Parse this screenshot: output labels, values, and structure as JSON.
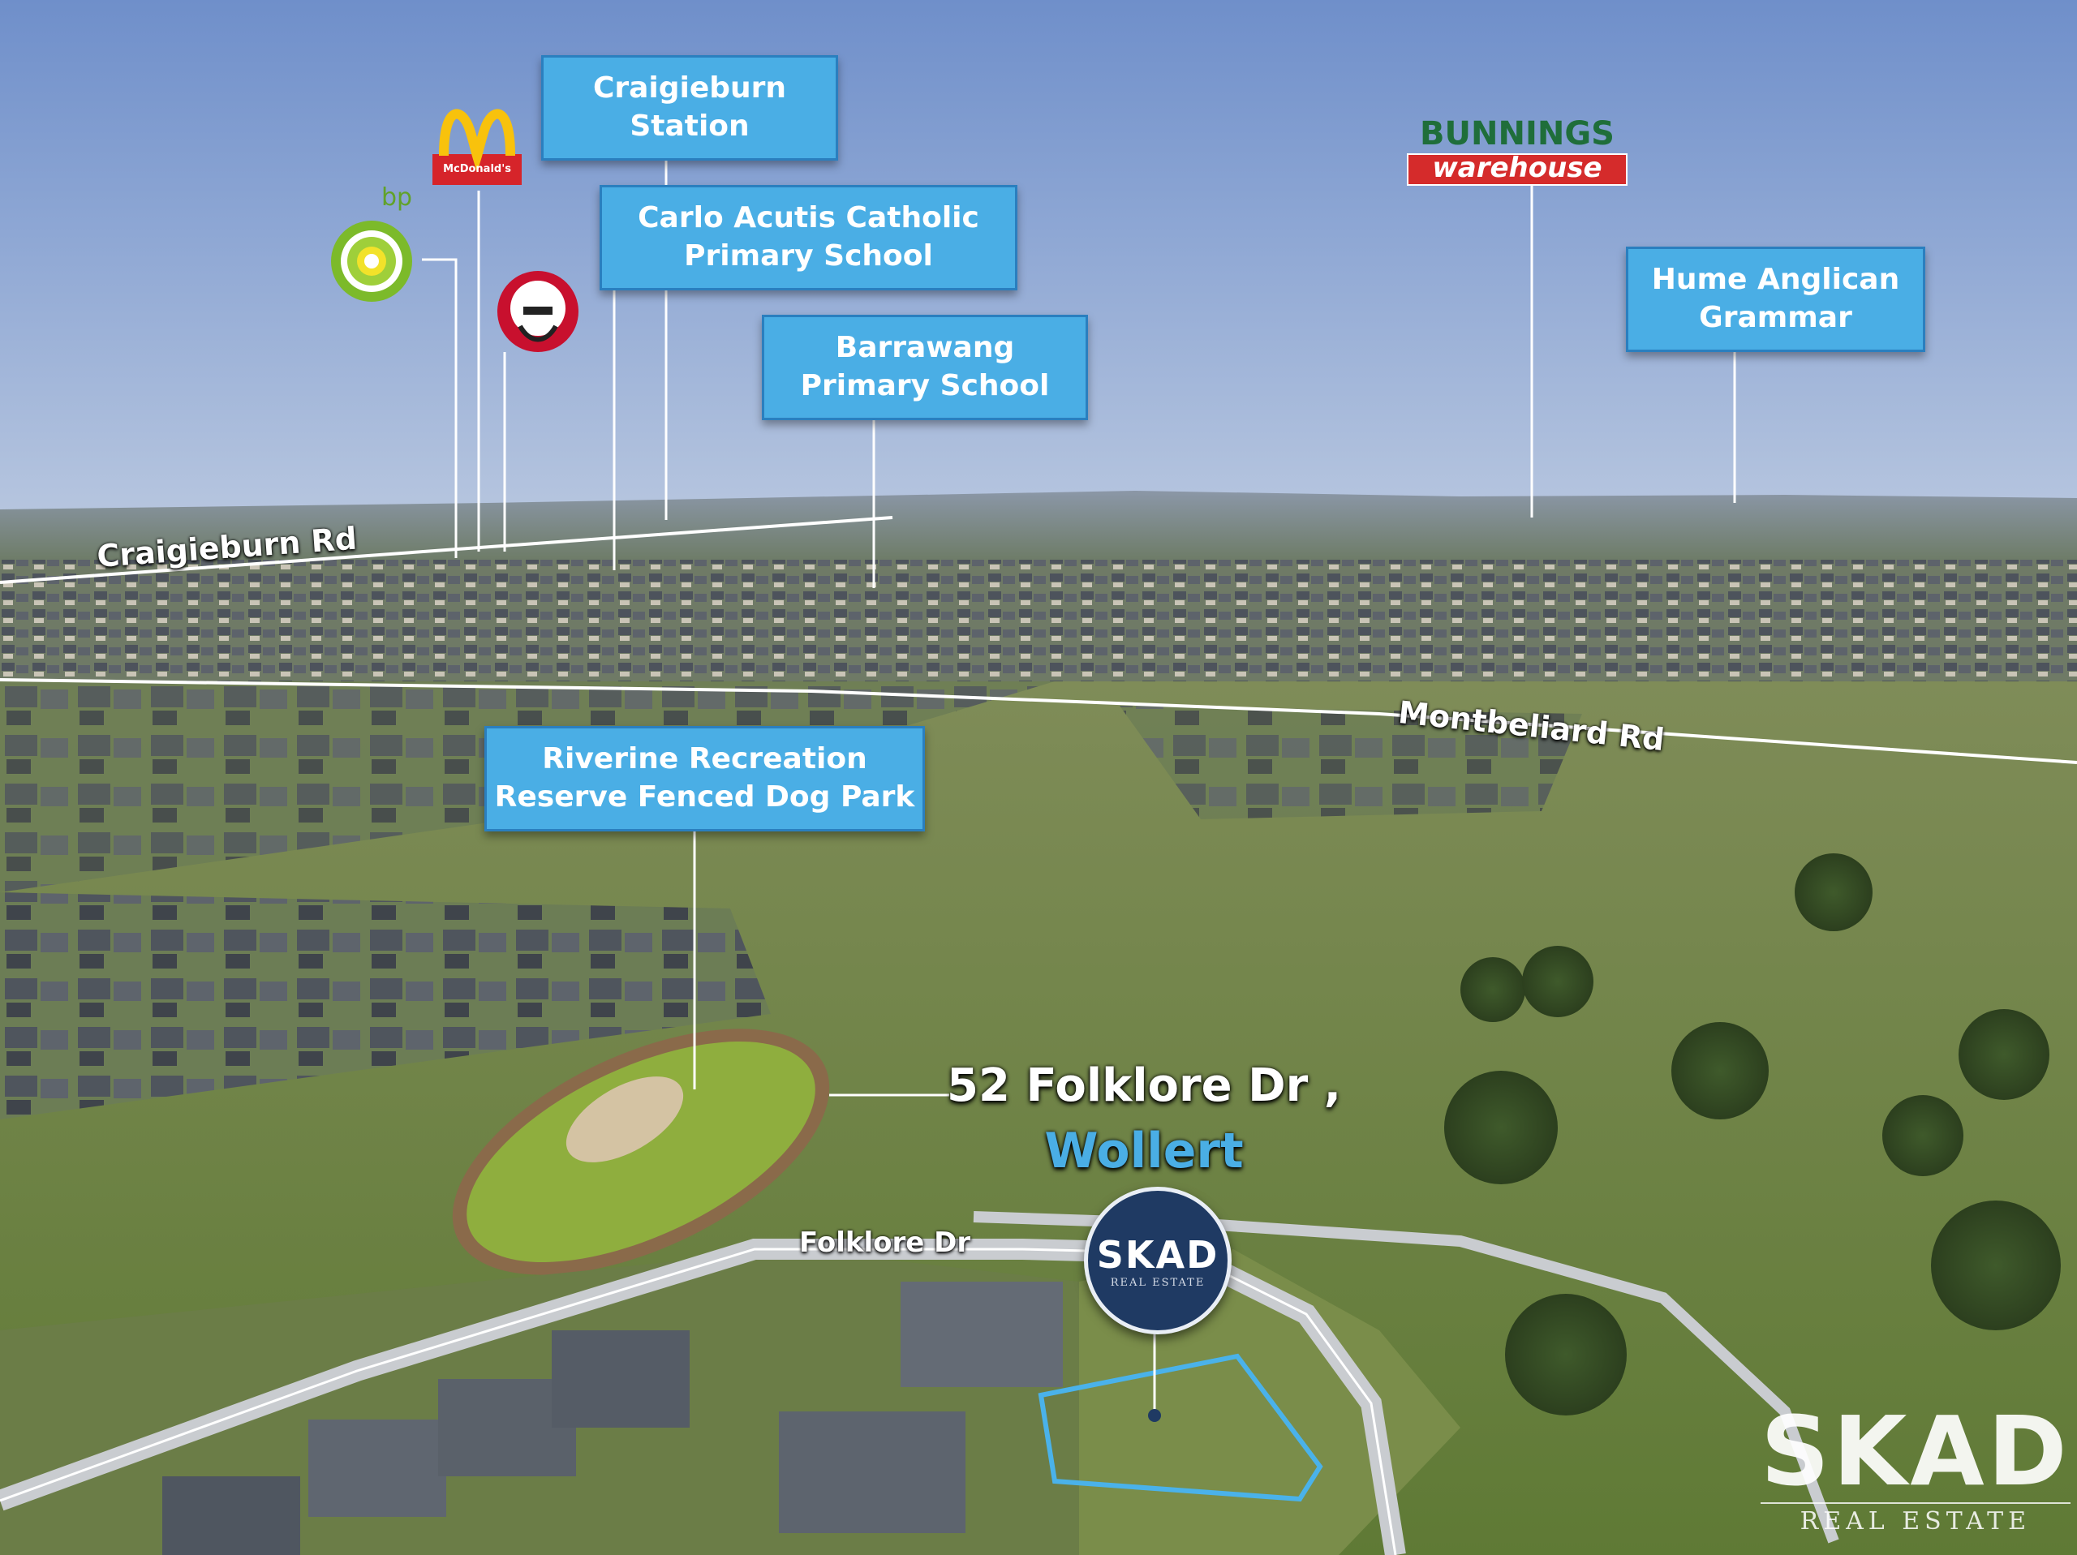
{
  "callouts": {
    "station": "Craigieburn\nStation",
    "carlo": "Carlo Acutis Catholic\nPrimary School",
    "barrawang": "Barrawang\nPrimary School",
    "hume": "Hume Anglican\nGrammar",
    "riverine": "Riverine Recreation\nReserve Fenced Dog Park"
  },
  "roads": {
    "craigieburn": "Craigieburn Rd",
    "montbeliard": "Montbeliard Rd",
    "folklore": "Folklore Dr"
  },
  "address": {
    "line1": "52 Folklore Dr ,",
    "line2": "Wollert"
  },
  "logos": {
    "bp": "bp",
    "mcdonalds": "McDonald's",
    "bunnings_top": "BUNNINGS",
    "bunnings_bottom": "warehouse",
    "skad": "SKAD",
    "skad_sub": "REAL ESTATE"
  },
  "colors": {
    "callout_blue": "#4aaee5",
    "address_blue": "#4aaee5",
    "skad_navy": "#1f3a63",
    "outline_blue": "#4ab2ea"
  }
}
